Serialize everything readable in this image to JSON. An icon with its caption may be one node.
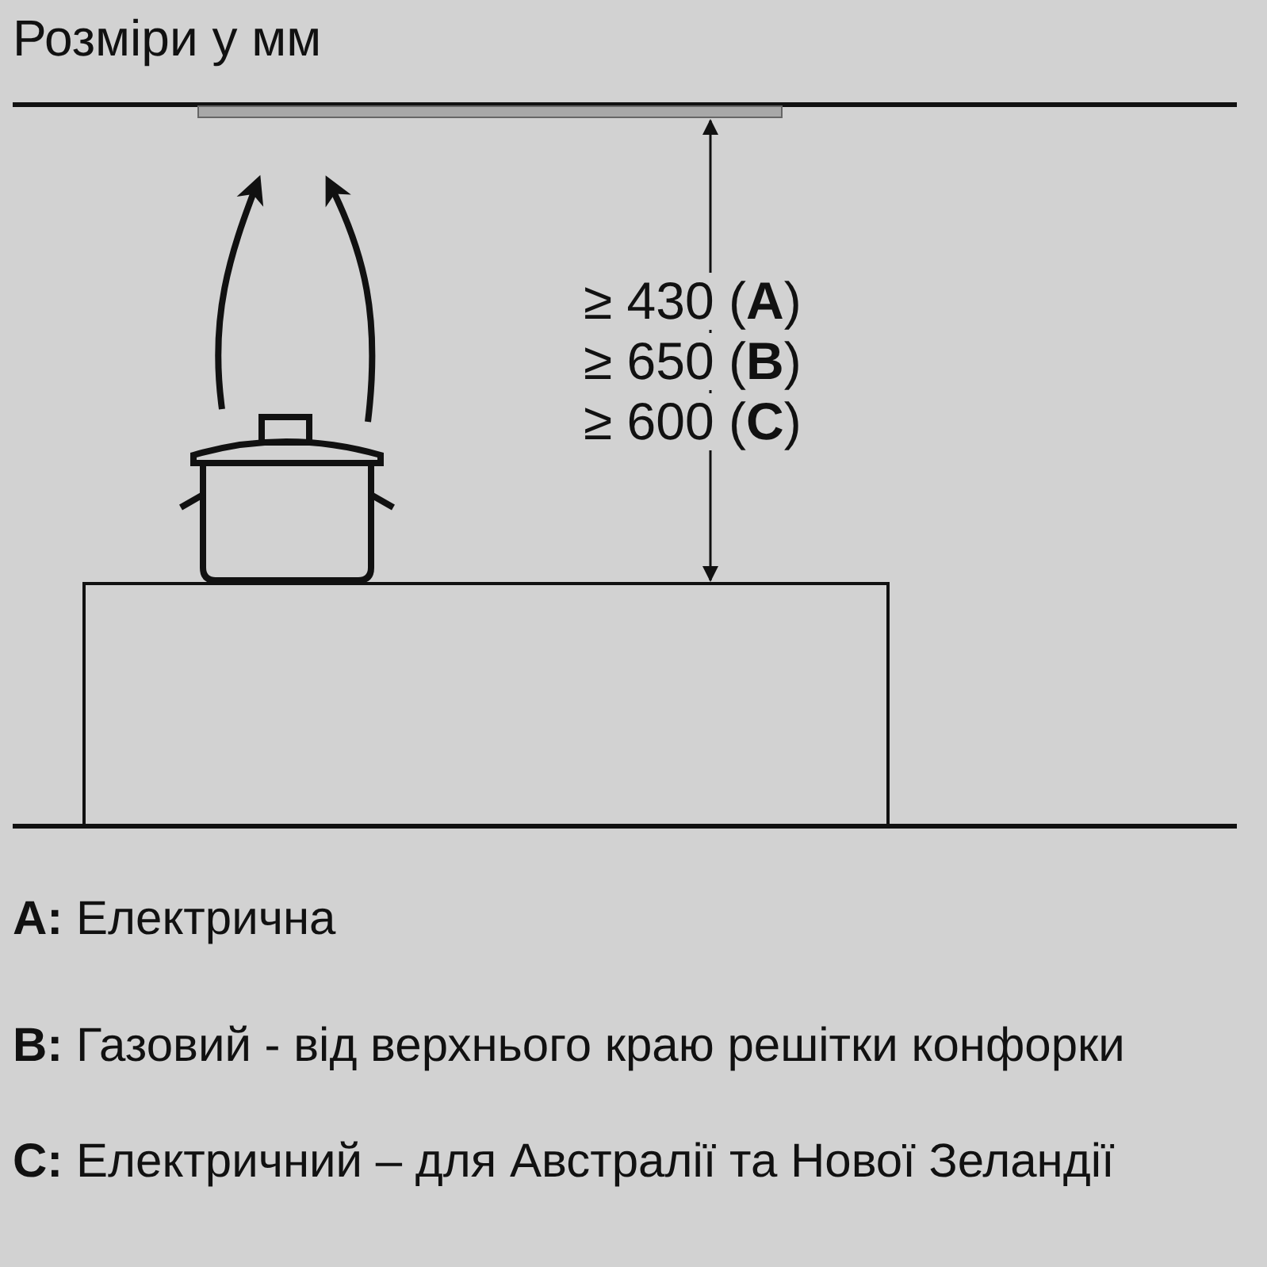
{
  "diagram": {
    "title": "Розміри у мм",
    "labels": [
      "≥ 430 (**A**)",
      "≥ 650 (**B**)",
      "≥ 600 (**C**)",
      "**A:** Електрична",
      "**B:** Газовий - від верхнього краю решітки конфорки",
      "**C:** Електричний – для Австралії та Нової Зеландії"
    ]
  }
}
